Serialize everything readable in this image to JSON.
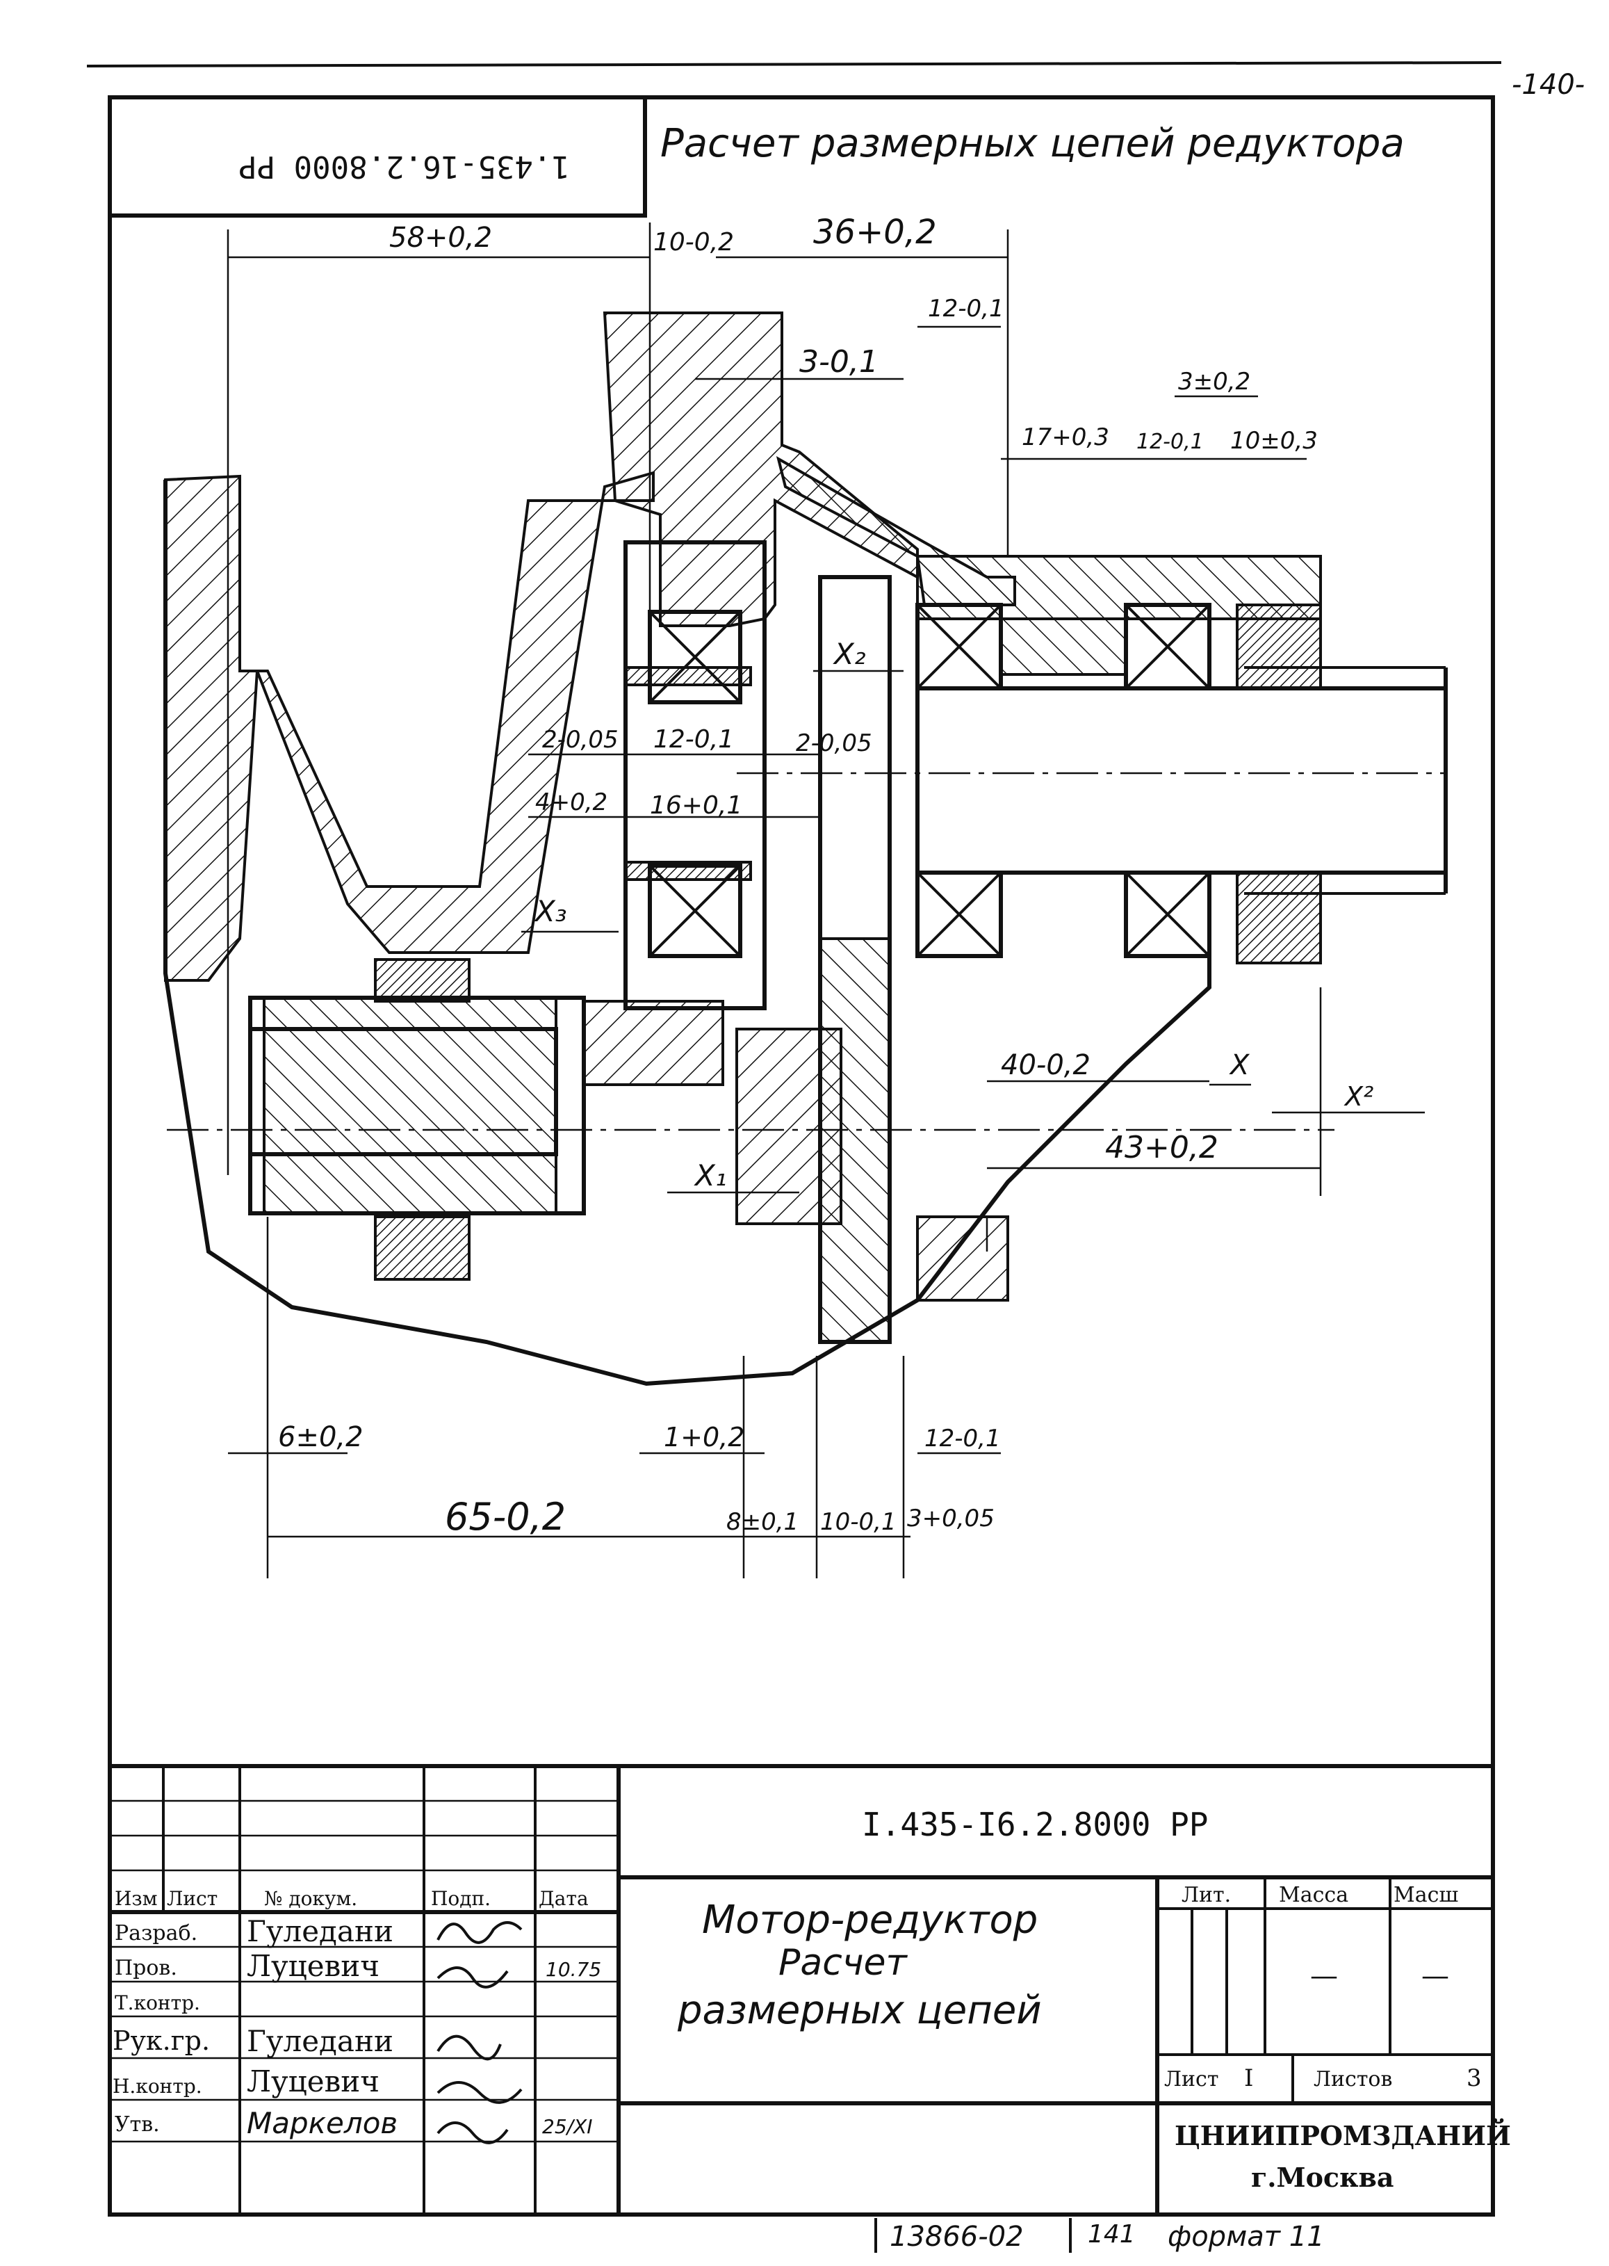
{
  "page_number": "-140-",
  "doc_code_rotated": "1.435-16.2.8000 PP",
  "sheet_title": "Расчет размерных цепей редуктора",
  "dimensions": {
    "d58": "58+0,2",
    "d10a": "10-0,2",
    "d36": "36+0,2",
    "d12a": "12-0,1",
    "d3a": "3-0,1",
    "d3b": "3±0,2",
    "d17": "17+0,3",
    "d12b": "12-0,1",
    "d10b": "10±0,3",
    "x2": "X₂",
    "d2a": "2-0,05",
    "d12c": "12-0,1",
    "d2b": "2-0,05",
    "d4": "4+0,2",
    "d16": "16+0,1",
    "x3": "X₃",
    "d40": "40-0,2",
    "x": "X",
    "xz": "X²",
    "d43": "43+0,2",
    "x1": "X₁",
    "d6": "6±0,2",
    "d1": "1+0,2",
    "d12d": "12-0,1",
    "d65": "65-0,2",
    "d8": "8±0,1",
    "d10c": "10-0,1",
    "d3c": "3+0,05"
  },
  "title_block": {
    "doc_code": "I.435-I6.2.8000 PP",
    "headers": {
      "izm": "Изм",
      "list": "Лист",
      "doc_no": "№ докум.",
      "sign": "Подп.",
      "date": "Дата"
    },
    "roles": [
      {
        "role": "Разраб.",
        "name": "Гуледани",
        "date": ""
      },
      {
        "role": "Пров.",
        "name": "Луцевич",
        "date": "10.75"
      },
      {
        "role": "Т.контр.",
        "name": "",
        "date": ""
      },
      {
        "role": "Рук.гр.",
        "name": "Гуледани",
        "date": ""
      },
      {
        "role": "Н.контр.",
        "name": "Луцевич",
        "date": ""
      },
      {
        "role": "Утв.",
        "name": "Маркелов",
        "date": "25/XI"
      }
    ],
    "name_line1": "Мотор-редуктор",
    "name_line2": "Расчет",
    "name_line3": "размерных цепей",
    "lit_label": "Лит.",
    "mass_label": "Масса",
    "scale_label": "Масш",
    "mass_value": "—",
    "scale_value": "—",
    "sheet_label": "Лист",
    "sheet_value": "I",
    "sheets_label": "Листов",
    "sheets_value": "3",
    "organization": "ЦНИИПРОМЗДАНИЙ",
    "city": "г.Москва"
  },
  "footer": {
    "inventory": "13866-02",
    "page": "141",
    "format": "формат 11"
  }
}
